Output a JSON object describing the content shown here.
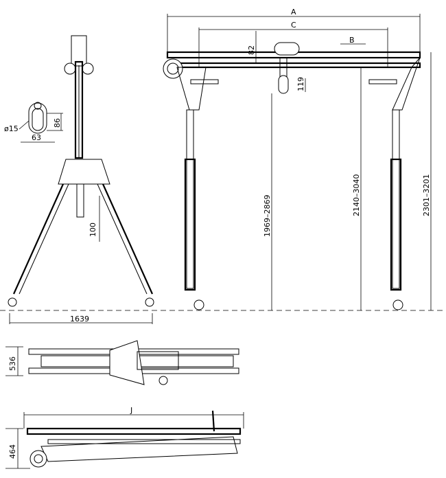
{
  "drawing": {
    "dims": {
      "A": "A",
      "B": "B",
      "C": "C",
      "J": "J",
      "d82": "82",
      "d119": "119",
      "h1": "1969–2869",
      "h2": "2140–3040",
      "h3": "2301–3201",
      "w1639": "1639",
      "d100": "100",
      "d536": "536",
      "d464": "464",
      "phi15": "ø15",
      "d86": "86",
      "d63": "63"
    }
  }
}
